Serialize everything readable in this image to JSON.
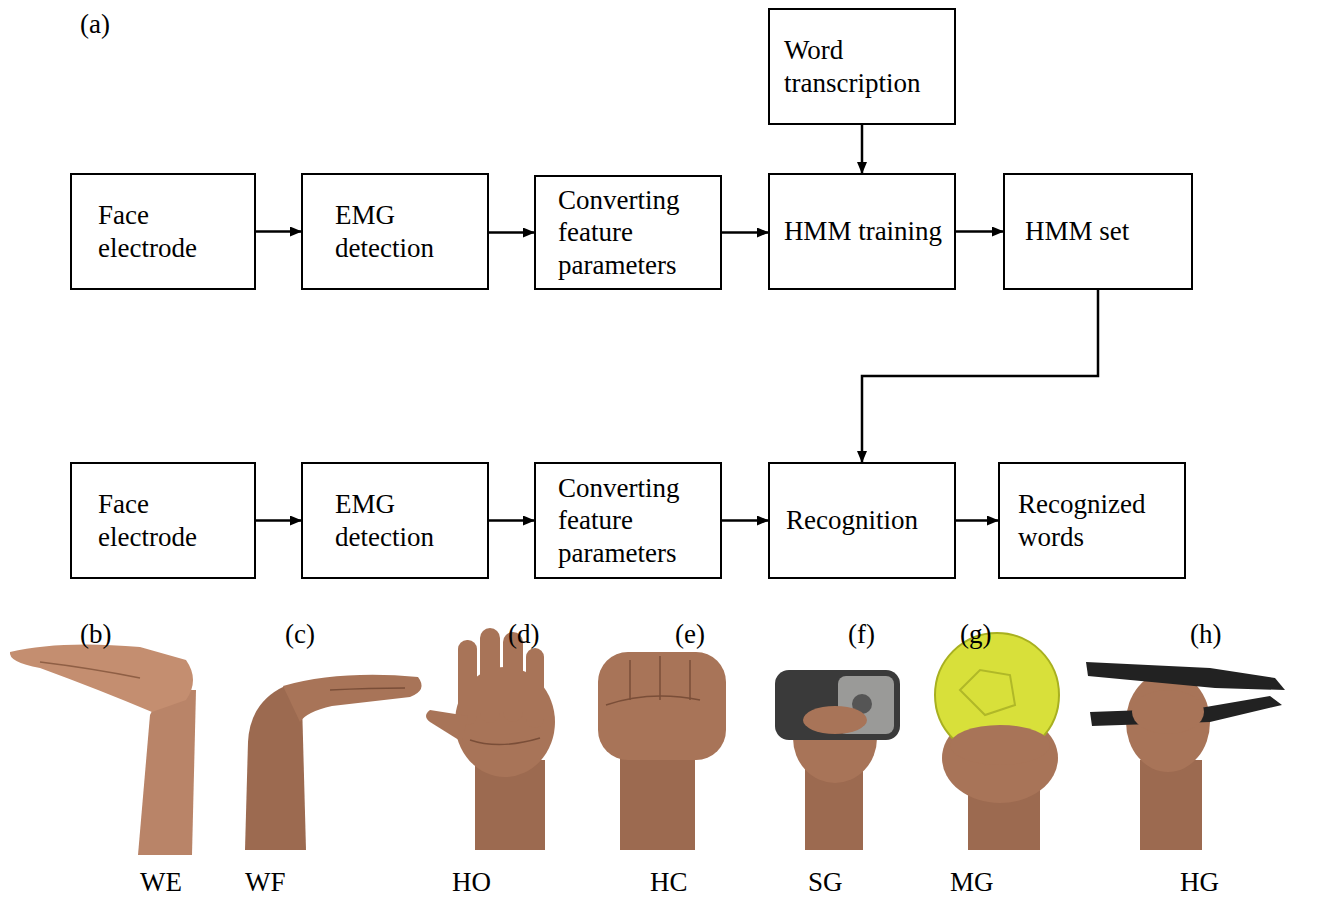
{
  "diagram": {
    "nodes": [
      {
        "text": [
          "Word transcription"
        ]
      },
      {
        "text": [
          "Face electrode"
        ]
      },
      {
        "text": [
          "EMG detection"
        ]
      },
      {
        "text": [
          "Converting feature parameters"
        ]
      },
      {
        "text": [
          "HMM training"
        ]
      },
      {
        "text": [
          "HMM set"
        ]
      },
      {
        "text": [
          "Face electrode"
        ]
      },
      {
        "text": [
          "EMG detection"
        ]
      },
      {
        "text": [
          "Converting feature parameters"
        ]
      },
      {
        "text": [
          "Recognition"
        ]
      },
      {
        "text": [
          "Recognized words"
        ]
      }
    ],
    "edges": [
      {
        "from": 0,
        "to": 4,
        "arrow": "to"
      },
      {
        "from": 1,
        "to": 2,
        "arrow": "to"
      },
      {
        "from": 2,
        "to": 3,
        "arrow": "to"
      },
      {
        "from": 3,
        "to": 4,
        "arrow": "to"
      },
      {
        "from": 4,
        "to": 5,
        "arrow": "to"
      },
      {
        "from": 5,
        "to": 9,
        "arrow": "to"
      },
      {
        "from": 6,
        "to": 7,
        "arrow": "to"
      },
      {
        "from": 7,
        "to": 8,
        "arrow": "to"
      },
      {
        "from": 8,
        "to": 9,
        "arrow": "to"
      },
      {
        "from": 9,
        "to": 10,
        "arrow": "to"
      }
    ],
    "labels": [
      "(a)",
      "(b)",
      "(c)",
      "(d)",
      "(e)",
      "(f)",
      "(g)",
      "(h)",
      "WE",
      "WF",
      "HO",
      "HC",
      "SG",
      "MG",
      "HG"
    ]
  }
}
